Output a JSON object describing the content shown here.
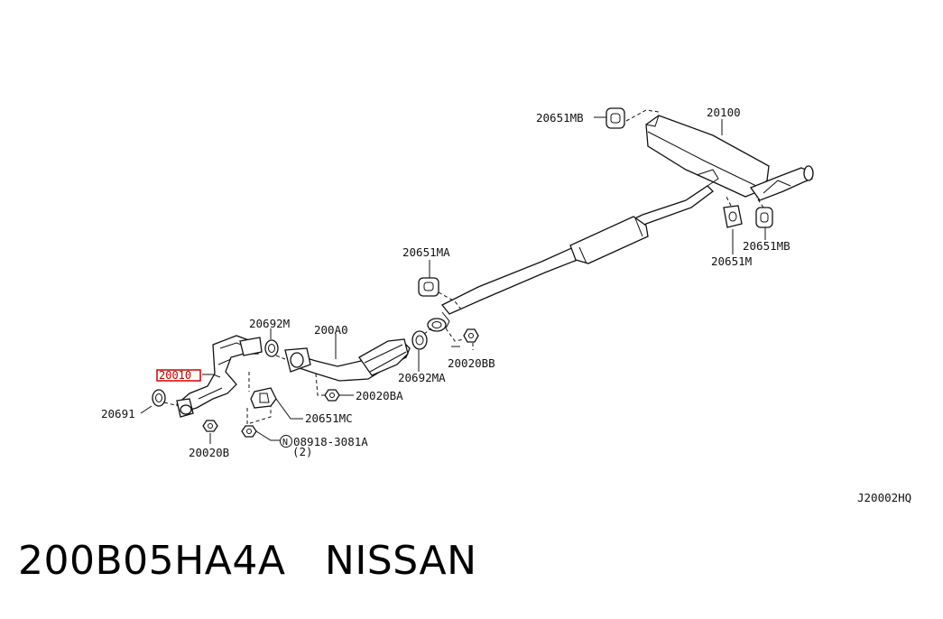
{
  "diagram": {
    "drawing_code": "J20002HQ",
    "highlighted_label": "20010",
    "labels": {
      "muffler": "20100",
      "mount_mb_top": "20651MB",
      "mount_mb_right": "20651MB",
      "mount_m_right": "20651M",
      "mount_ma": "20651MA",
      "center_pipe": "200A0",
      "gasket_m": "20692M",
      "gasket_ma": "20692MA",
      "nut_bb": "20020BB",
      "nut_ba": "20020BA",
      "mount_mc": "20651MC",
      "gasket_front": "20691",
      "nut_b": "20020B",
      "nut_std": "08918-3081A",
      "nut_std_qty": "(2)",
      "nut_std_symbol": "N"
    }
  },
  "caption": {
    "part_number": "200B05HA4A",
    "brand": "NISSAN",
    "separator": "   "
  }
}
